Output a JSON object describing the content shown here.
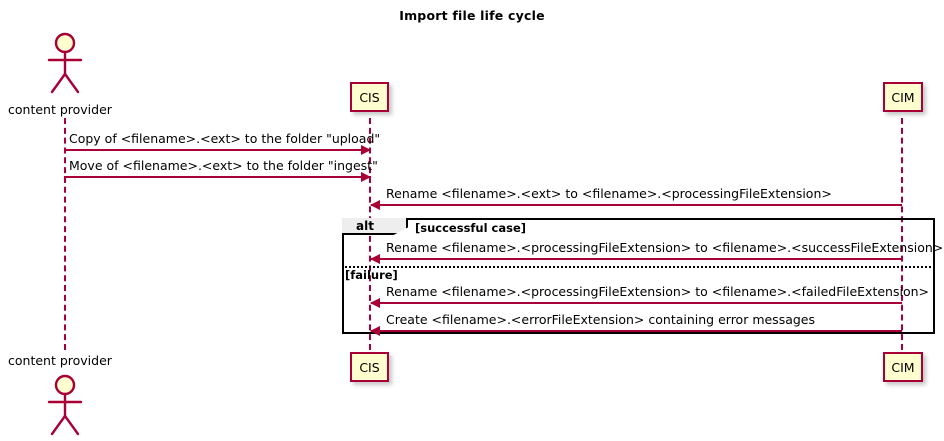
{
  "diagram": {
    "title": "Import file life cycle",
    "type": "uml-sequence-diagram",
    "colors": {
      "line": "#A80036",
      "participant_fill": "#FEFECE",
      "fragment_header_fill": "#EEEEEE",
      "actor_head_fill": "#FEFECE",
      "background": "#FFFFFF",
      "text": "#000000"
    }
  },
  "participants": [
    {
      "id": "actor",
      "label": "content provider",
      "kind": "actor"
    },
    {
      "id": "cis",
      "label": "CIS",
      "kind": "participant"
    },
    {
      "id": "cim",
      "label": "CIM",
      "kind": "participant"
    }
  ],
  "messages": [
    {
      "index": 1,
      "from": "actor",
      "to": "cis",
      "direction": "right",
      "text": "Copy of <filename>.<ext> to the folder \"upload\""
    },
    {
      "index": 2,
      "from": "actor",
      "to": "cis",
      "direction": "right",
      "text": "Move of <filename>.<ext> to the folder \"ingest\""
    },
    {
      "index": 3,
      "from": "cim",
      "to": "cis",
      "direction": "left",
      "text": "Rename <filename>.<ext> to <filename>.<processingFileExtension>"
    },
    {
      "index": 4,
      "from": "cim",
      "to": "cis",
      "direction": "left",
      "text": "Rename <filename>.<processingFileExtension> to <filename>.<successFileExtension>"
    },
    {
      "index": 5,
      "from": "cim",
      "to": "cis",
      "direction": "left",
      "text": "Rename <filename>.<processingFileExtension> to <filename>.<failedFileExtension>"
    },
    {
      "index": 6,
      "from": "cim",
      "to": "cis",
      "direction": "left",
      "text": "Create <filename>.<errorFileExtension> containing error messages"
    }
  ],
  "fragment": {
    "operator": "alt",
    "guards": [
      {
        "index": 0,
        "text": "[successful case]"
      },
      {
        "index": 1,
        "text": "[failure]"
      }
    ]
  }
}
